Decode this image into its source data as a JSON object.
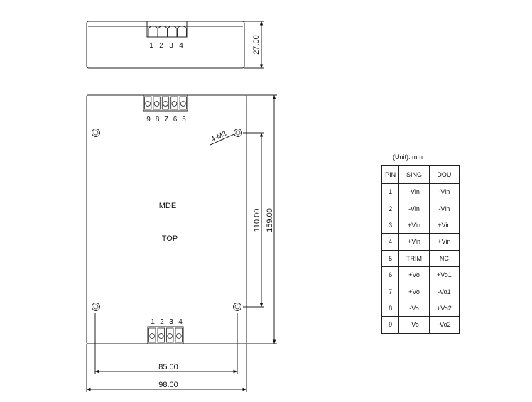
{
  "side_view": {
    "pin_labels": [
      "1",
      "2",
      "3",
      "4"
    ],
    "height_dim": "27.00"
  },
  "top_view": {
    "top_pin_labels": [
      "9",
      "8",
      "7",
      "6",
      "5"
    ],
    "bottom_pin_labels": [
      "1",
      "2",
      "3",
      "4"
    ],
    "mount_label": "4-M3",
    "model_label": "MDE",
    "view_label": "TOP",
    "dim_hole_height": "110.00",
    "dim_height": "159.00",
    "dim_hole_width": "85.00",
    "dim_width": "98.00"
  },
  "pin_table": {
    "unit_note": "(Unit): mm",
    "headers": [
      "PIN",
      "SING",
      "DOU"
    ],
    "rows": [
      [
        "1",
        "-Vin",
        "-Vin"
      ],
      [
        "2",
        "-Vin",
        "-Vin"
      ],
      [
        "3",
        "+Vin",
        "+Vin"
      ],
      [
        "4",
        "+Vin",
        "+Vin"
      ],
      [
        "5",
        "TRIM",
        "NC"
      ],
      [
        "6",
        "+Vo",
        "+Vo1"
      ],
      [
        "7",
        "+Vo",
        "-Vo1"
      ],
      [
        "8",
        "-Vo",
        "+Vo2"
      ],
      [
        "9",
        "-Vo",
        "-Vo2"
      ]
    ]
  }
}
